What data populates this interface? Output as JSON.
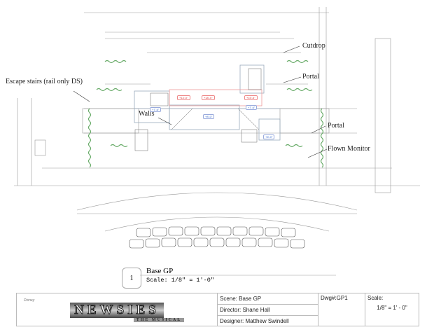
{
  "drawing": {
    "labels": {
      "cutdrop": "Cutdrop",
      "portal_upper": "Portal",
      "portal_lower": "Portal",
      "flown_monitor": "Flown Monitor",
      "walls": "Walls",
      "escape_stairs": "Escape stairs (rail only DS)"
    },
    "elevations": [
      "+13'-0\"",
      "+18'-0\"",
      "+15'-6\"",
      "+7'-6\"",
      "+7'-6\"",
      "+8'-0\"",
      "+6'-0\""
    ]
  },
  "view": {
    "number": "1",
    "title": "Base GP",
    "scale": "Scale: 1/8\" = 1'-0\""
  },
  "title_block": {
    "logo": {
      "brand": "Disney",
      "title": "NEWSIES",
      "subtitle": "THE MUSICAL"
    },
    "scene": "Scene: Base GP",
    "director": "Director: Shane Hall",
    "designer": "Designer: Matthew Swindell",
    "dwg": "Dwg#:GP1",
    "scale_label": "Scale:",
    "scale_value": "1/8\" = 1' - 0\""
  }
}
